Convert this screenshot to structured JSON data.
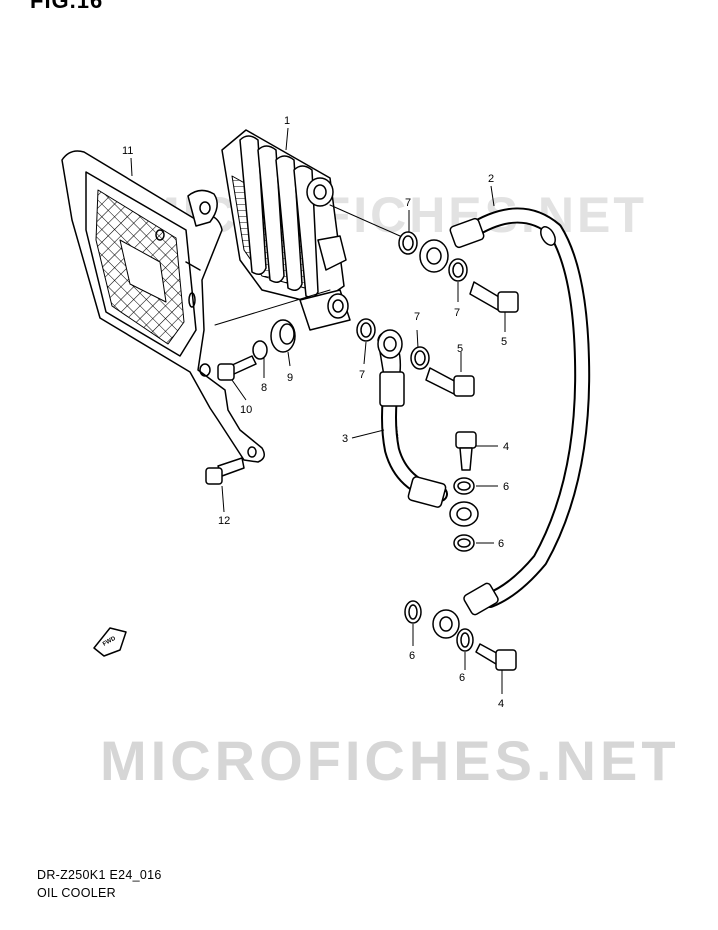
{
  "figure": {
    "title": "FIG.16",
    "model_code": "DR-Z250K1 E24_016",
    "name": "OIL COOLER"
  },
  "watermark": "MICROFICHES.NET",
  "direction_marker": {
    "label": "FWD",
    "icon": "forward-arrow-icon"
  },
  "callouts": [
    {
      "no": "1",
      "part": "oil cooler"
    },
    {
      "no": "2",
      "part": "oil hose"
    },
    {
      "no": "3",
      "part": "oil hose"
    },
    {
      "no": "4",
      "part": "union bolt"
    },
    {
      "no": "4",
      "part": "union bolt"
    },
    {
      "no": "5",
      "part": "union bolt"
    },
    {
      "no": "5",
      "part": "union bolt"
    },
    {
      "no": "6",
      "part": "gasket"
    },
    {
      "no": "6",
      "part": "gasket"
    },
    {
      "no": "6",
      "part": "gasket"
    },
    {
      "no": "6",
      "part": "gasket"
    },
    {
      "no": "7",
      "part": "gasket"
    },
    {
      "no": "7",
      "part": "gasket"
    },
    {
      "no": "7",
      "part": "gasket"
    },
    {
      "no": "7",
      "part": "gasket"
    },
    {
      "no": "8",
      "part": "spacer"
    },
    {
      "no": "9",
      "part": "cushion"
    },
    {
      "no": "10",
      "part": "bolt"
    },
    {
      "no": "11",
      "part": "oil cooler guard"
    },
    {
      "no": "12",
      "part": "bolt"
    }
  ],
  "colors": {
    "line": "#000000",
    "watermark": "#d9d9d9",
    "background": "#ffffff"
  }
}
